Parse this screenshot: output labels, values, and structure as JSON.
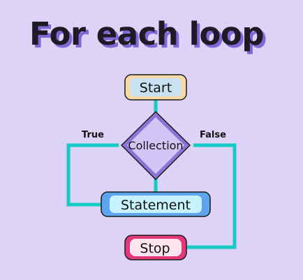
{
  "title": "For each loop",
  "nodes": {
    "start": "Start",
    "condition": "Collection",
    "statement": "Statement",
    "stop": "Stop"
  },
  "branches": {
    "true": "True",
    "false": "False"
  },
  "colors": {
    "background": "#dcd3f6",
    "connector": "#14ccc4",
    "start_fill": "#f6d9a5",
    "start_inner": "#c9e2f2",
    "condition_fill": "#8c73d6",
    "condition_inner": "#d3c6f7",
    "statement_fill": "#5da6ef",
    "statement_inner": "#c7f3fc",
    "stop_fill": "#e3387c",
    "stop_inner": "#fde4ee"
  }
}
